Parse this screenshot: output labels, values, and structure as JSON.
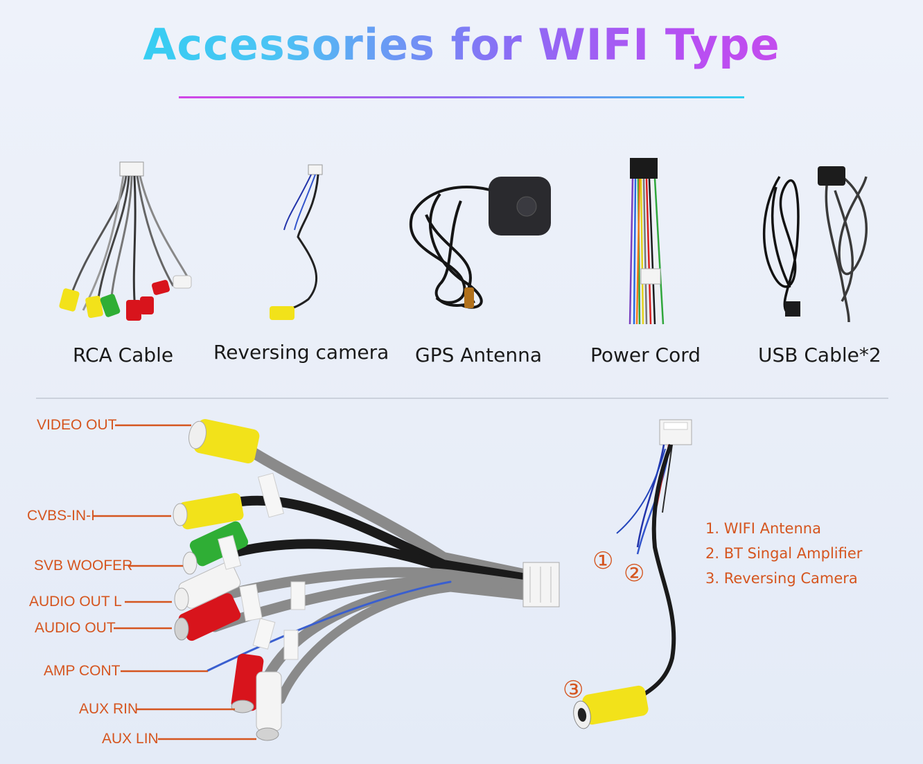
{
  "header": {
    "title": "Accessories for WIFI Type",
    "accent_start": "#1fd9f0",
    "accent_end": "#d64be6"
  },
  "accessories": [
    {
      "label": "RCA Cable",
      "icon": "rca-cable-photo"
    },
    {
      "label": "Reversing camera",
      "icon": "reversing-camera-cable-photo"
    },
    {
      "label": "GPS Antenna",
      "icon": "gps-antenna-photo"
    },
    {
      "label": "Power Cord",
      "icon": "power-cord-photo"
    },
    {
      "label": "USB Cable*2",
      "icon": "usb-cable-photo"
    }
  ],
  "rca_callouts": [
    "VIDEO OUT",
    "CVBS-IN-I",
    "SVB WOOFER",
    "AUDIO OUT L",
    "AUDIO OUT",
    "AMP CONT",
    "AUX RIN",
    "AUX LIN"
  ],
  "camera_markers": [
    "①",
    "②",
    "③"
  ],
  "camera_notes": [
    "1. WIFI Antenna",
    "2. BT Singal Amplifier",
    "3. Reversing Camera"
  ],
  "colors": {
    "callout": "#d5551f",
    "rca_yellow": "#f2e21a",
    "rca_red": "#d8141c",
    "rca_green": "#2fae35",
    "rca_white": "#f4f4f4"
  }
}
